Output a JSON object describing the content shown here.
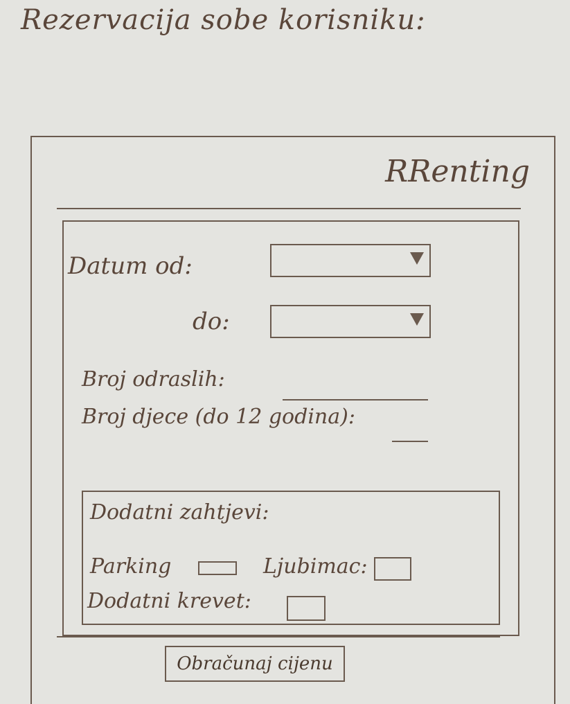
{
  "page": {
    "title": "Rezervacija sobe korisniku:",
    "brand": "RRenting"
  },
  "form": {
    "date_from_label": "Datum od:",
    "date_to_label": "do:",
    "date_from_value": "",
    "date_to_value": "",
    "adults_label": "Broj odraslih:",
    "adults_value": "",
    "children_label": "Broj djece (do 12 godina):",
    "children_value": ""
  },
  "extras": {
    "title": "Dodatni zahtjevi:",
    "parking_label": "Parking",
    "pet_label": "Ljubimac:",
    "extra_bed_label": "Dodatni krevet:"
  },
  "actions": {
    "calculate_label": "Obračunaj cijenu"
  },
  "icons": {
    "dropdown": "chevron-down-icon"
  }
}
